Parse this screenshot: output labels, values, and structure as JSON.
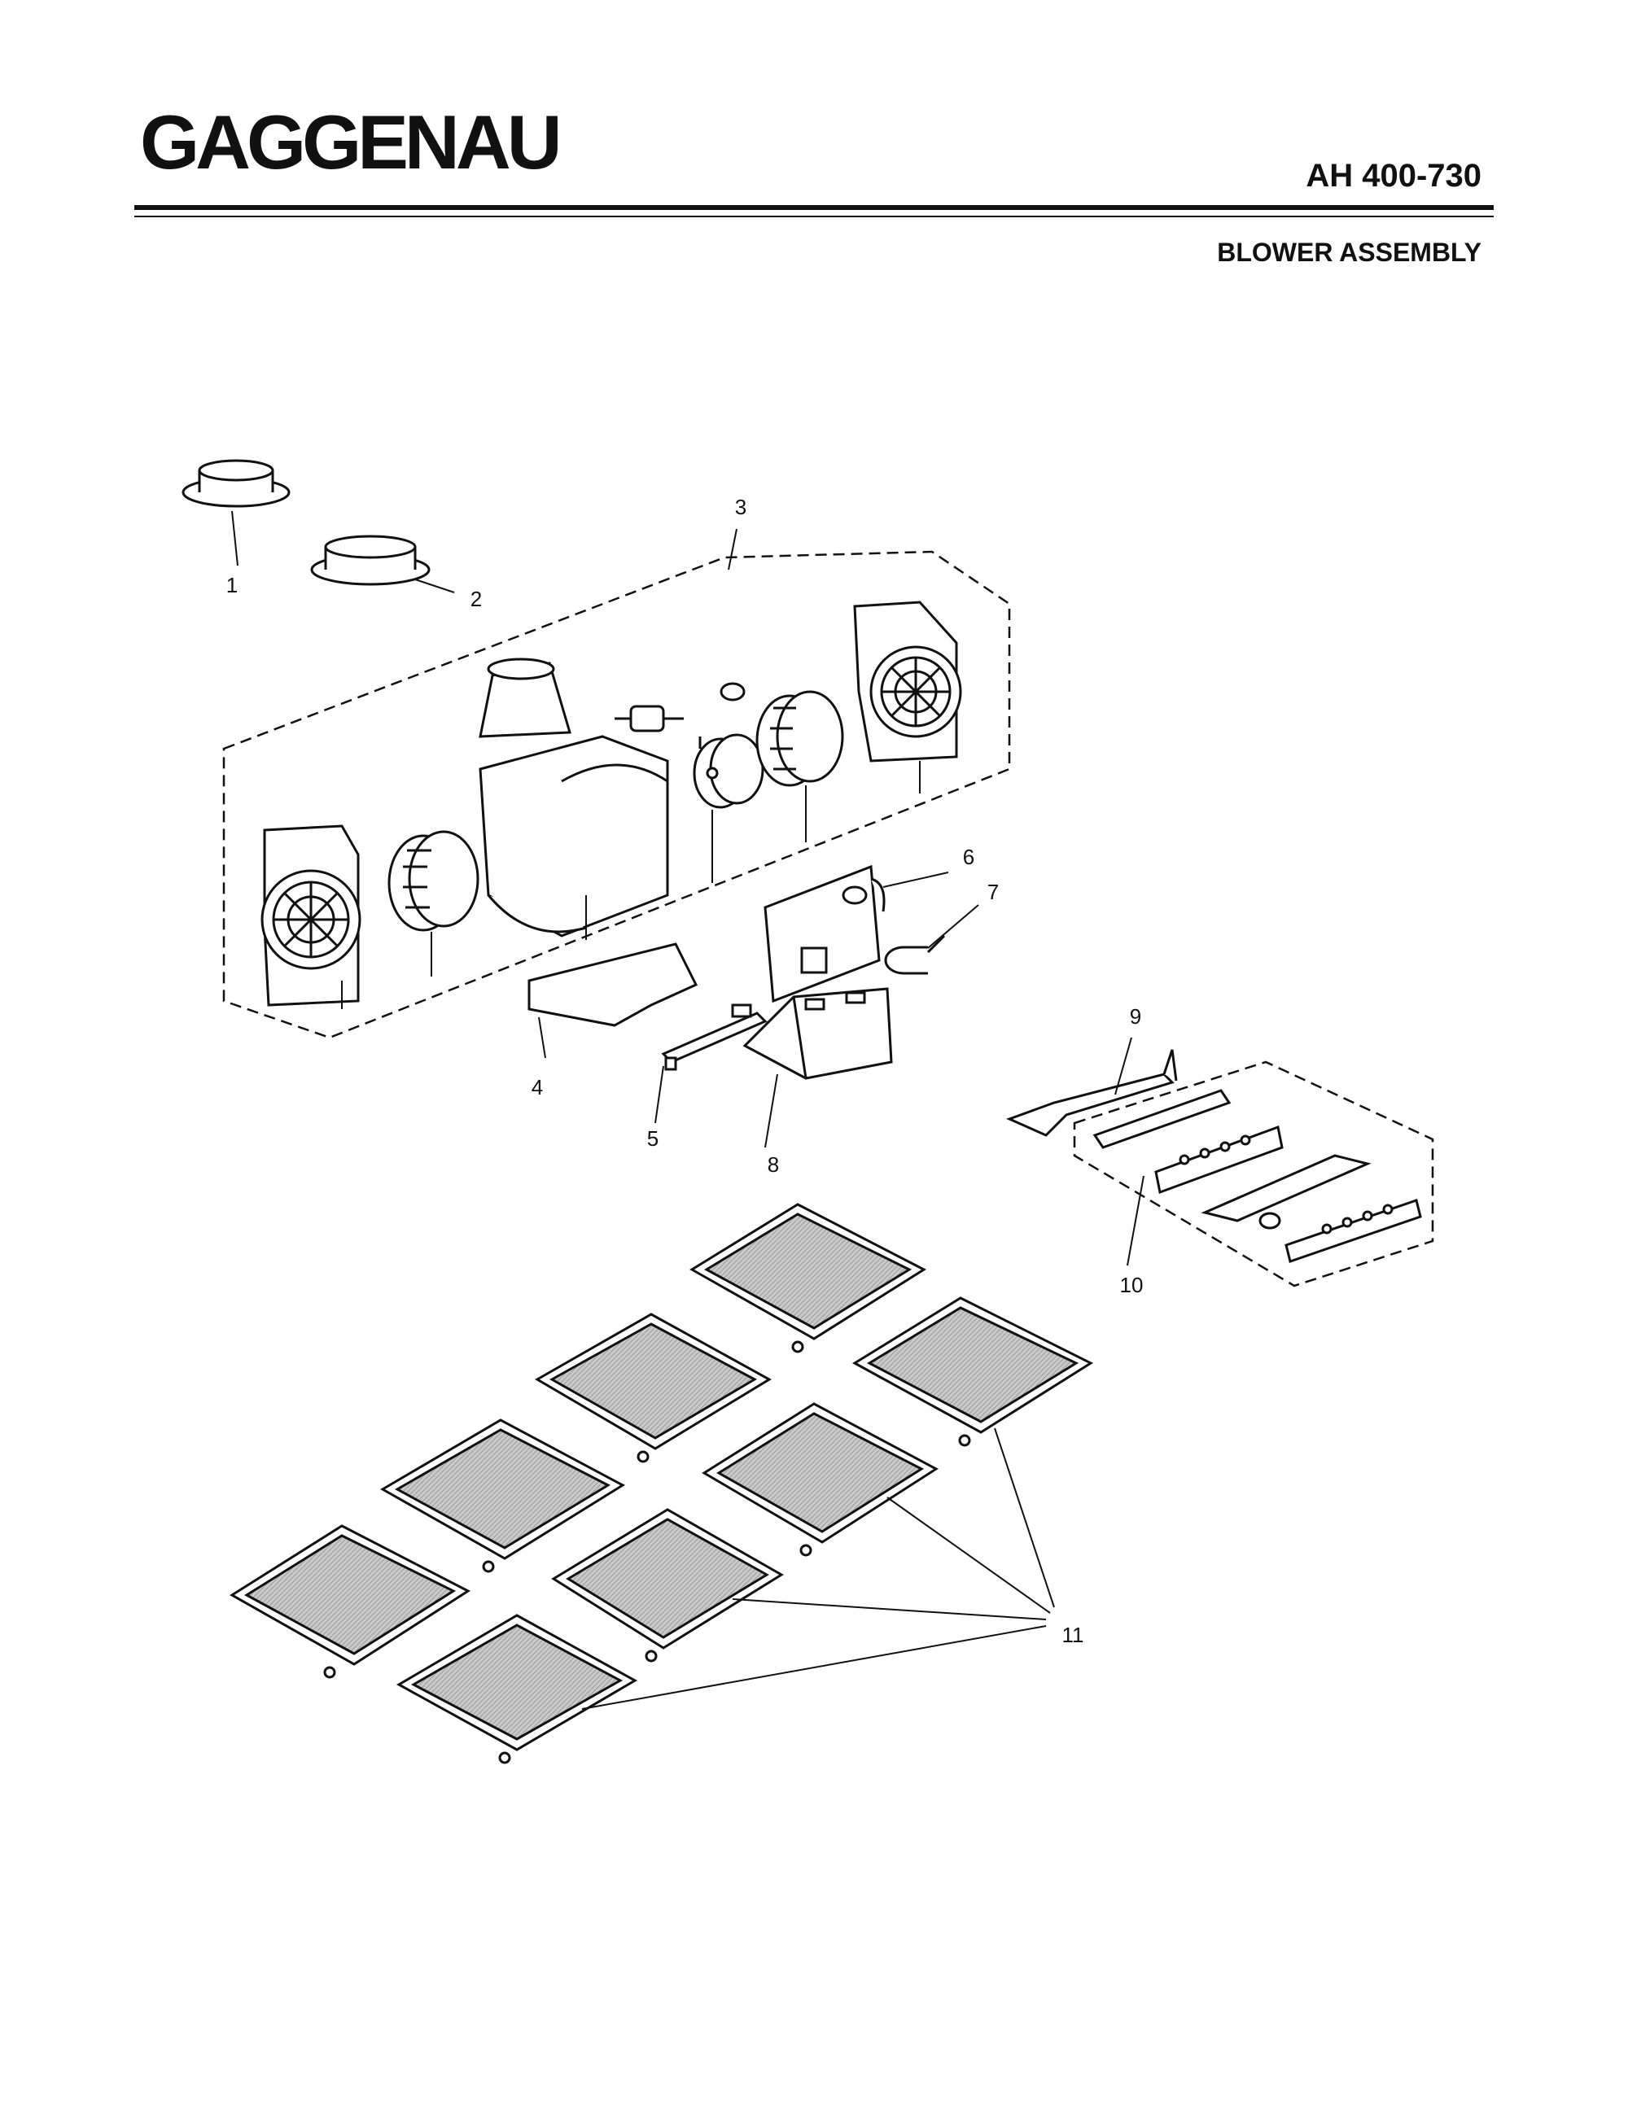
{
  "header": {
    "brand": "GAGGENAU",
    "model": "AH 400-730",
    "section": "BLOWER ASSEMBLY"
  },
  "callouts": [
    "1",
    "2",
    "3",
    "4",
    "5",
    "6",
    "7",
    "8",
    "9",
    "10",
    "11"
  ],
  "colors": {
    "ink": "#111111",
    "filter_mesh": "#c9c9c9",
    "paper": "#ffffff"
  }
}
